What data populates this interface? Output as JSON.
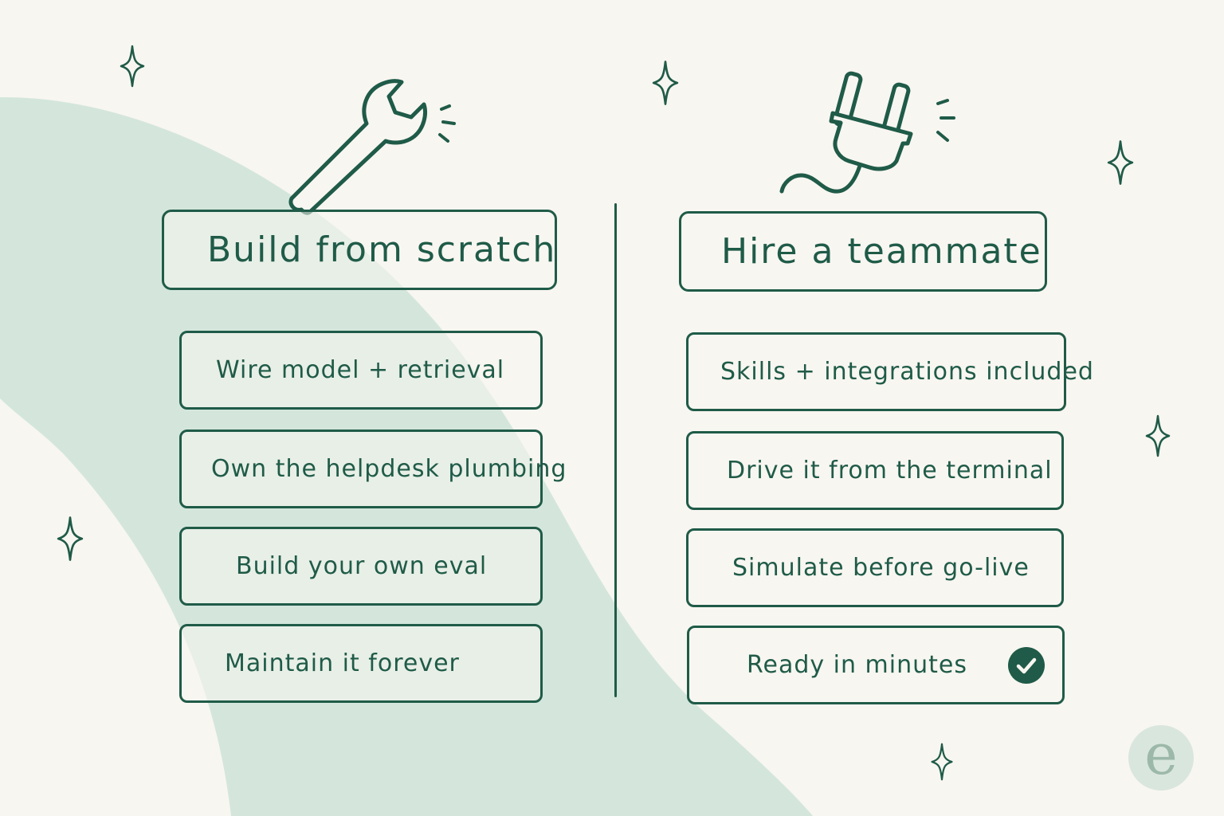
{
  "left": {
    "title": "Build from scratch",
    "icon": "wrench-icon",
    "items": [
      {
        "label": "Wire model + retrieval"
      },
      {
        "label": "Own the helpdesk plumbing"
      },
      {
        "label": "Build your own eval"
      },
      {
        "label": "Maintain it forever"
      }
    ]
  },
  "right": {
    "title": "Hire a teammate",
    "icon": "plug-icon",
    "items": [
      {
        "label": "Skills + integrations included"
      },
      {
        "label": "Drive it from the terminal"
      },
      {
        "label": "Simulate before go-live"
      },
      {
        "label": "Ready in minutes",
        "icon": "checkmark-icon"
      }
    ]
  },
  "logo": {
    "letter": "e"
  },
  "colors": {
    "ink": "#1f5b48",
    "background": "#f8f6f1",
    "blob": "#d4e6dc"
  }
}
